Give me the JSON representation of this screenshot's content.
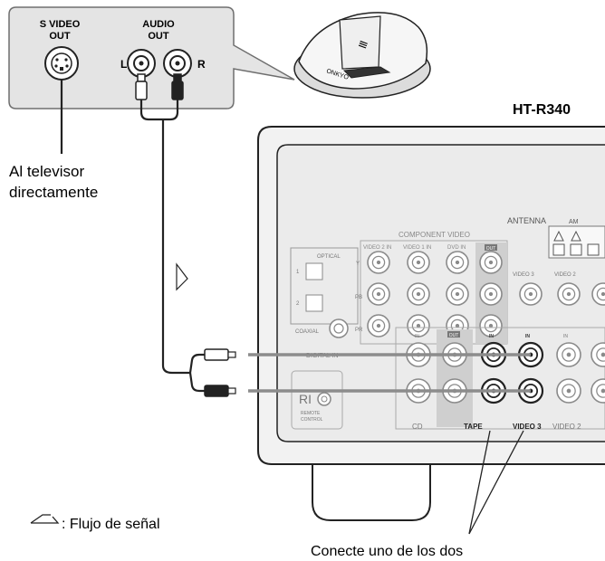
{
  "dock_panel": {
    "svideo_label_line1": "S VIDEO",
    "svideo_label_line2": "OUT",
    "audio_label_line1": "AUDIO",
    "audio_label_line2": "OUT",
    "left_channel": "L",
    "right_channel": "R"
  },
  "dock_device": {
    "logo_text": "ONKYO"
  },
  "receiver": {
    "model": "HT-R340",
    "antenna_label": "ANTENNA",
    "am_label": "AM",
    "component_video_label": "COMPONENT VIDEO",
    "video2_in": "VIDEO 2 IN",
    "video1_in": "VIDEO 1 IN",
    "dvd_in": "DVD IN",
    "out_tag": "OUT",
    "y_label": "Y",
    "pb_label": "PB",
    "pr_label": "PR",
    "optical_label": "OPTICAL",
    "optical_1": "1",
    "optical_2": "2",
    "coaxial_label": "COAXIAL",
    "digital_in_label": "DIGITAL IN",
    "video3_label": "VIDEO 3",
    "video2_label": "VIDEO 2",
    "in_label": "IN",
    "ri_label": "RI",
    "remote_control_line1": "REMOTE",
    "remote_control_line2": "CONTROL",
    "cd_label": "CD",
    "tape_label": "TAPE",
    "video3_bottom": "VIDEO 3",
    "video2_bottom": "VIDEO 2"
  },
  "annotations": {
    "tv_line1": "Al televisor",
    "tv_line2": "directamente",
    "legend_text": ": Flujo de señal",
    "connect_note": "Conecte uno de los dos"
  }
}
